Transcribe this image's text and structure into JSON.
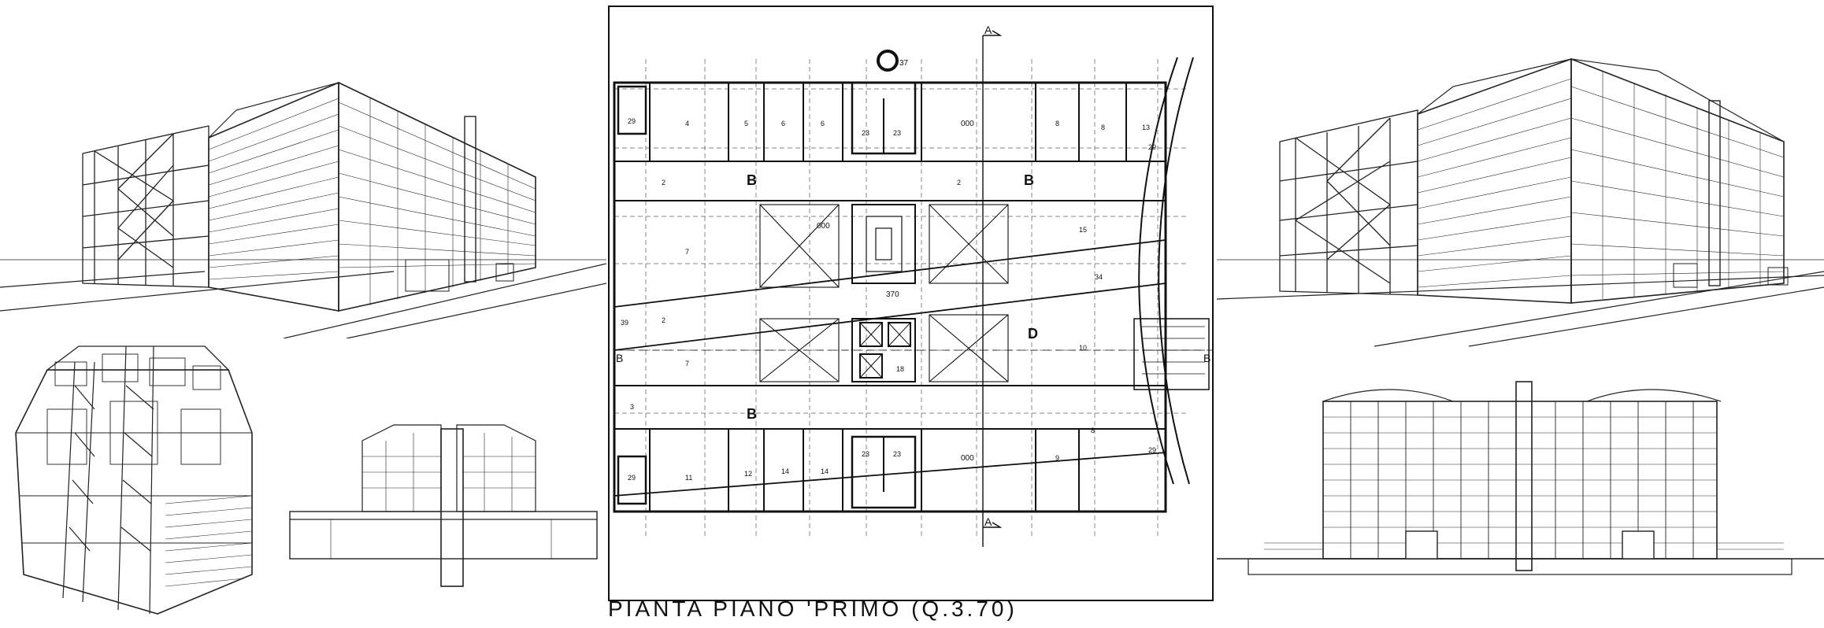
{
  "caption": "PIANTA PIANO 'PRIMO  (Q.3.70)",
  "plan": {
    "section_marks": [
      "A",
      "A",
      "B",
      "B"
    ],
    "top_marker": "37",
    "zones": [
      "B",
      "B",
      "B",
      "D"
    ],
    "levels": [
      "000",
      "000",
      "370",
      "000"
    ],
    "room_numbers_top": [
      "29",
      "4",
      "5",
      "6",
      "6",
      "23",
      "23",
      "8",
      "8",
      "13",
      "29"
    ],
    "room_numbers_mid": [
      "2",
      "2",
      "7",
      "15",
      "34",
      "39",
      "2",
      "7",
      "10",
      "18"
    ],
    "room_numbers_bottom": [
      "3",
      "29",
      "11",
      "12",
      "14",
      "14",
      "23",
      "23",
      "9",
      "8",
      "29"
    ]
  }
}
